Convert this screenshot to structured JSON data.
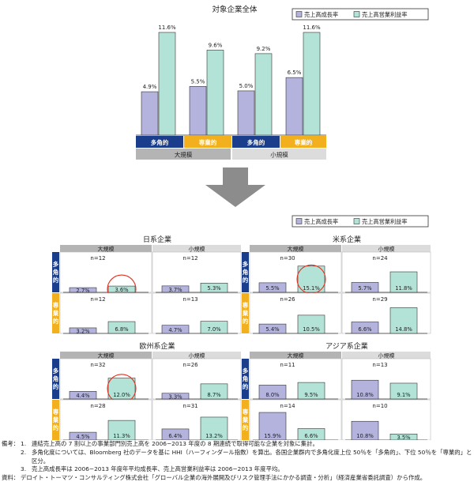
{
  "colors": {
    "growth": "#b3b3dd",
    "margin": "#b3e3d6",
    "multi": "#1a3d8c",
    "specialized": "#f2b01e",
    "scale_bar": "#b4b4b4",
    "scale_bar_light": "#dcdcdc",
    "circle": "#e0301e"
  },
  "chart_data": [
    {
      "type": "bar",
      "title": "対象企業全体",
      "legend": [
        "売上高成長率",
        "売上高営業利益率"
      ],
      "categories": [
        "大規模・多角的",
        "大規模・専業的",
        "小規模・多角的",
        "小規模・専業的"
      ],
      "group_labels": [
        "多角的",
        "専業的",
        "多角的",
        "専業的"
      ],
      "scale_labels": [
        "大規模",
        "小規模"
      ],
      "series": [
        {
          "name": "売上高成長率",
          "values": [
            4.9,
            5.5,
            5.0,
            6.5
          ],
          "labels": [
            "4.9%",
            "5.5%",
            "5.0%",
            "6.5%"
          ]
        },
        {
          "name": "売上高営業利益率",
          "values": [
            11.6,
            9.6,
            9.2,
            11.6
          ],
          "labels": [
            "11.6%",
            "9.6%",
            "9.2%",
            "11.6%"
          ]
        }
      ]
    },
    {
      "type": "bar",
      "title": "日系企業",
      "scale_labels": [
        "大規模",
        "小規模"
      ],
      "row_labels": [
        "多角的",
        "専業的"
      ],
      "cells": [
        {
          "n": "n=12",
          "growth": 2.7,
          "margin": 3.6,
          "g_label": "2.7%",
          "m_label": "3.6%",
          "highlight": true
        },
        {
          "n": "n=12",
          "growth": 3.7,
          "margin": 5.3,
          "g_label": "3.7%",
          "m_label": "5.3%"
        },
        {
          "n": "n=12",
          "growth": 3.2,
          "margin": 6.8,
          "g_label": "3.2%",
          "m_label": "6.8%"
        },
        {
          "n": "n=13",
          "growth": 4.7,
          "margin": 7.0,
          "g_label": "4.7%",
          "m_label": "7.0%"
        }
      ]
    },
    {
      "type": "bar",
      "title": "米系企業",
      "scale_labels": [
        "大規模",
        "小規模"
      ],
      "row_labels": [
        "多角的",
        "専業的"
      ],
      "cells": [
        {
          "n": "n=30",
          "growth": 5.5,
          "margin": 15.1,
          "g_label": "5.5%",
          "m_label": "15.1%",
          "highlight": true
        },
        {
          "n": "n=24",
          "growth": 5.7,
          "margin": 11.8,
          "g_label": "5.7%",
          "m_label": "11.8%"
        },
        {
          "n": "n=26",
          "growth": 5.4,
          "margin": 10.5,
          "g_label": "5.4%",
          "m_label": "10.5%"
        },
        {
          "n": "n=29",
          "growth": 6.6,
          "margin": 14.8,
          "g_label": "6.6%",
          "m_label": "14.8%"
        }
      ]
    },
    {
      "type": "bar",
      "title": "欧州系企業",
      "scale_labels": [
        "大規模",
        "小規模"
      ],
      "row_labels": [
        "多角的",
        "専業的"
      ],
      "cells": [
        {
          "n": "n=32",
          "growth": 4.4,
          "margin": 12.0,
          "g_label": "4.4%",
          "m_label": "12.0%",
          "highlight": true
        },
        {
          "n": "n=26",
          "growth": 3.3,
          "margin": 8.7,
          "g_label": "3.3%",
          "m_label": "8.7%"
        },
        {
          "n": "n=28",
          "growth": 4.5,
          "margin": 11.3,
          "g_label": "4.5%",
          "m_label": "11.3%"
        },
        {
          "n": "n=31",
          "growth": 6.4,
          "margin": 13.2,
          "g_label": "6.4%",
          "m_label": "13.2%"
        }
      ]
    },
    {
      "type": "bar",
      "title": "アジア系企業",
      "scale_labels": [
        "大規模",
        "小規模"
      ],
      "row_labels": [
        "多角的",
        "専業的"
      ],
      "cells": [
        {
          "n": "n=11",
          "growth": 8.0,
          "margin": 9.5,
          "g_label": "8.0%",
          "m_label": "9.5%"
        },
        {
          "n": "n=13",
          "growth": 10.8,
          "margin": 9.1,
          "g_label": "10.8%",
          "m_label": "9.1%"
        },
        {
          "n": "n=14",
          "growth": 15.9,
          "margin": 6.6,
          "g_label": "15.9%",
          "m_label": "6.6%"
        },
        {
          "n": "n=10",
          "growth": 10.8,
          "margin": 3.5,
          "g_label": "10.8%",
          "m_label": "3.5%"
        }
      ]
    }
  ],
  "legend_bottom": [
    "売上高成長率",
    "売上高営業利益率"
  ],
  "notes": {
    "label_bikou": "備考：",
    "label_shiryou": "資料：",
    "items": [
      {
        "num": "1.",
        "text": "連結売上高の 7 割以上の事業部門別売上高を 2006−2013 年度の 8 期連続で取得可能な企業を対象に集計。"
      },
      {
        "num": "2.",
        "text": "多角化度については、Bloomberg 社のデータを基に HHI（ハーフィンダール指数）を算出。各国企業群内で多角化度上位 50％を「多角的」、下位 50％を「専業的」と区分。"
      },
      {
        "num": "3.",
        "text": "売上高成長率は 2006−2013 年度年平均成長率、売上高営業利益率は 2006−2013 年度平均。"
      }
    ],
    "source": "デロイト・トーマツ・コンサルティング株式会社「グローバル企業の海外展開及びリスク管理手法にかかる調査・分析」（経済産業省委託調査）から作成。"
  }
}
